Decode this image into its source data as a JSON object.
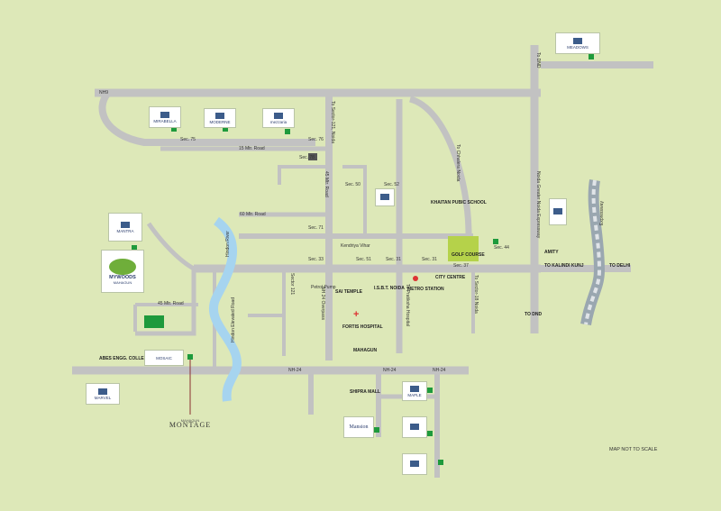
{
  "roads": {
    "nh9": "NH9",
    "sector_121_noida": "To Sector-121, Noida",
    "fifteen_mtr_road": "15 Mtr. Road",
    "forty_five_mtr_road": "45 Mtr. Road",
    "sixty_mtr_road": "60 Mtr. Road",
    "forty_five_mtr_road_2": "45 Mtr. Road",
    "hindon_river": "Hindon River",
    "nh24": "NH-24",
    "nh24_2": "NH-24",
    "nh24_3": "NH-24",
    "sector_121": "Sector 121",
    "petrol_pump": "Petrol Pump",
    "nh24_overpass": "NH 24 Overpass",
    "to_dnd": "TO DND",
    "to_kalindi_kunj": "TO KALINDI KUNJ",
    "to_delhi": "TO DELHI",
    "to_sector18": "To Sector-18 Noida",
    "to_pratiksh": "To Pratiksha Hospital",
    "to_chhalera": "To Chhalera Noida",
    "hindon_elevated": "Hindon Elevated Road",
    "mkt_road": "Expressway",
    "noida_expressway": "Noida Greater Noida Expressway",
    "to_dnd_v": "To DND"
  },
  "sectors": {
    "sec75": "Sec. 75",
    "sec76": "Sec. 76",
    "sec78": "Sec. 78",
    "sec50": "Sec. 50",
    "sec52": "Sec. 52",
    "sec51": "Sec. 51",
    "sec71": "Sec. 71",
    "sec33": "Sec. 33",
    "sec37": "Sec. 37",
    "sec44": "Sec. 44",
    "sec31": "Sec. 31"
  },
  "places": {
    "sai_temple": "SAI TEMPLE",
    "isbt_noida": "I.S.B.T. NOIDA",
    "metro_station": "METRO STATION",
    "city_centre": "CITY CENTRE",
    "fortis_hospital": "FORTIS HOSPITAL",
    "shipra_mall": "SHIPRA MALL",
    "khaitan_school": "KHAITAN PUBIC SCHOOL",
    "golf_course": "GOLF COURSE",
    "amity": "AMITY",
    "abes_college": "ABES ENGG. COLLEGE",
    "kendriya_vihar": "Kendriya Vihar",
    "mahagun_label": "MAHAGUN"
  },
  "logos": {
    "mahagun_mirabella": "MIRABELLA",
    "mahagun_meadows": "MEADOWS",
    "mahagun_mezzaria": "mezzaria",
    "mahagun_moderne": "MODERNE",
    "mahagun_mantra": "MANTRA",
    "mywoods": "MYWOODS",
    "mywoods_sub": "MAHAGUN",
    "mahagun_mosaic": "MOSAIC",
    "mahagun_maple": "MAPLE",
    "mahagun_mansion": "Mansion",
    "montage": "MONTAGE",
    "montage_pre": "MAHAGUN",
    "mahagun_marvel": "MARVEL"
  },
  "note": "MAP NOT TO SCALE",
  "colors": {
    "background": "#dde8b8",
    "road": "#c2c2c2",
    "river": "#a6d4ef",
    "marker": "#1e9a3c",
    "golf": "#b5d24a",
    "marker_red": "#8a3030"
  }
}
